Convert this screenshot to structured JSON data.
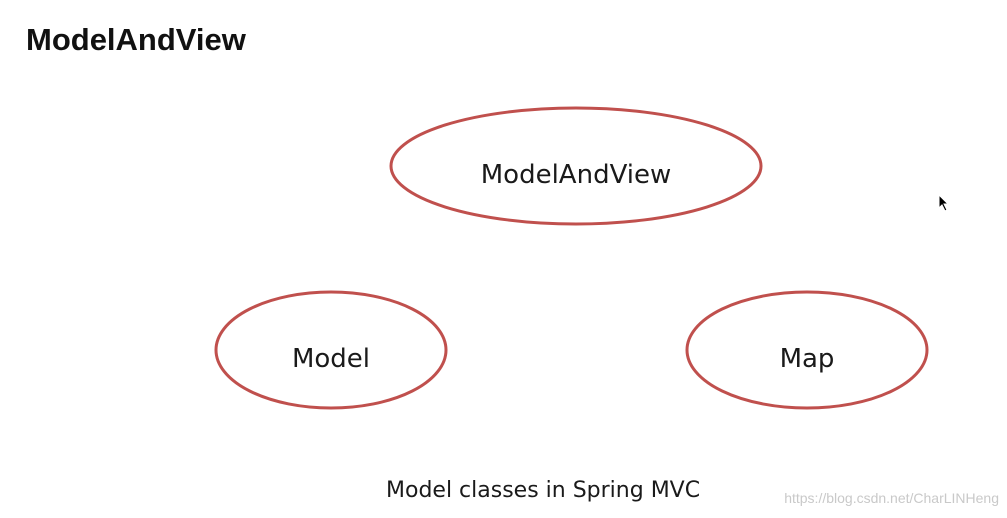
{
  "title": "ModelAndView",
  "diagram": {
    "nodes": [
      {
        "id": "modelandview",
        "label": "ModelAndView"
      },
      {
        "id": "model",
        "label": "Model"
      },
      {
        "id": "map",
        "label": "Map"
      }
    ],
    "caption": "Model classes in Spring MVC"
  },
  "watermark": "https://blog.csdn.net/CharLINHeng",
  "colors": {
    "ellipse_stroke": "#c0504d",
    "text": "#1a1a1a",
    "watermark": "#c9c9c9"
  },
  "icons": {
    "cursor": "mouse-pointer-icon"
  }
}
